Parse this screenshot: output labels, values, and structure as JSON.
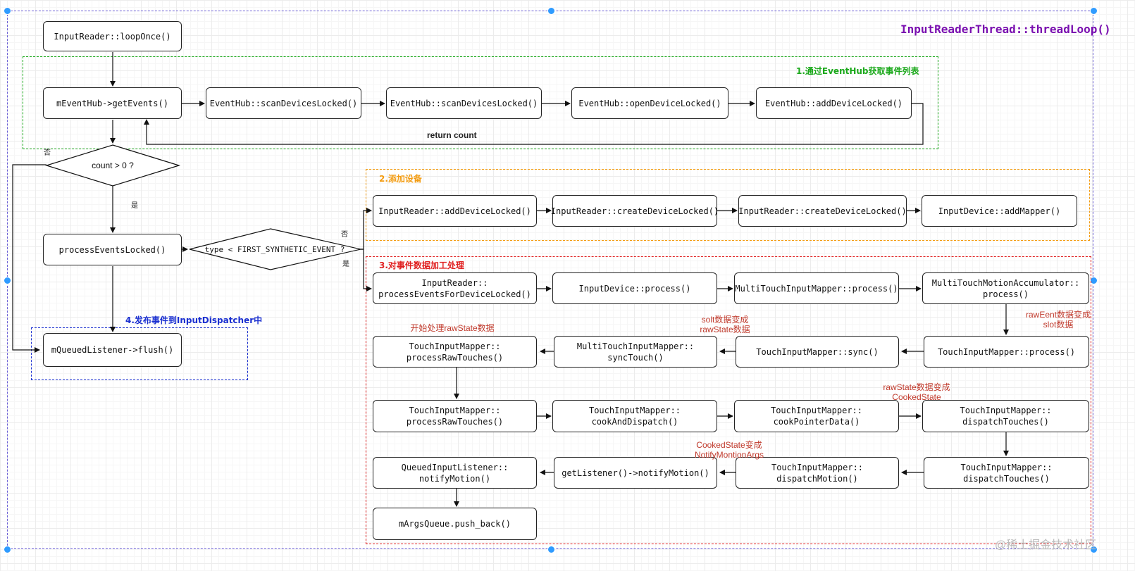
{
  "title": {
    "text": "InputReaderThread::threadLoop()",
    "color": "#7a0fb0"
  },
  "groups": {
    "g1": {
      "label": "1.通过EventHub获取事件列表",
      "color": "#1aa81a"
    },
    "g2": {
      "label": "2.添加设备",
      "color": "#f39c12"
    },
    "g3": {
      "label": "3.对事件数据加工处理",
      "color": "#e02020"
    },
    "g4": {
      "label": "4.发布事件到InputDispatcher中",
      "color": "#1a2fd0"
    }
  },
  "nodes": {
    "loop_once": "InputReader::loopOnce()",
    "get_events": "mEventHub->getEvents()",
    "scan1": "EventHub::scanDevicesLocked()",
    "scan2": "EventHub::scanDevicesLocked()",
    "open_device": "EventHub::openDeviceLocked()",
    "add_device_hub": "EventHub::addDeviceLocked()",
    "process_events": "processEventsLocked()",
    "flush": "mQueuedListener->flush()",
    "ir_add_device": "InputReader::addDeviceLocked()",
    "ir_create1": "InputReader::createDeviceLocked()",
    "ir_create2": "InputReader::createDeviceLocked()",
    "add_mapper": "InputDevice::addMapper()",
    "process_for_device": "InputReader::\nprocessEventsForDeviceLocked()",
    "device_process": "InputDevice::process()",
    "mt_process": "MultiTouchInputMapper::process()",
    "accum_process": "MultiTouchMotionAccumulator::\nprocess()",
    "tim_process": "TouchInputMapper::process()",
    "tim_sync": "TouchInputMapper::sync()",
    "mt_sync_touch": "MultiTouchInputMapper::\nsyncTouch()",
    "raw_touches1": "TouchInputMapper::\nprocessRawTouches()",
    "raw_touches2": "TouchInputMapper::\nprocessRawTouches()",
    "cook_dispatch": "TouchInputMapper::\ncookAndDispatch()",
    "cook_pointer": "TouchInputMapper::\ncookPointerData()",
    "dispatch_touches1": "TouchInputMapper::\ndispatchTouches()",
    "dispatch_touches2": "TouchInputMapper::\ndispatchTouches()",
    "dispatch_motion": "TouchInputMapper::\ndispatchMotion()",
    "notify_motion_get": "getListener()->notifyMotion()",
    "queued_notify": "QueuedInputListener::\nnotifyMotion()",
    "push_back": "mArgsQueue.push_back()"
  },
  "diamonds": {
    "count_check": "count > 0 ?",
    "type_check": "type < FIRST_SYNTHETIC_EVENT ?"
  },
  "edge_labels": {
    "return_count": "return count",
    "no_count": "否",
    "yes_count": "是",
    "no_type": "否",
    "yes_type": "是"
  },
  "notes": {
    "raw_event_slot": "rawEent数据变成\nslot数据",
    "slot_raw_state": "solt数据变成\nrawState数据",
    "start_raw_state": "开始处理rawState数据",
    "raw_state_cooked": "rawState数据变成\nCookedState",
    "cooked_notify": "CookedState变成\nNotifyMontionArgs"
  },
  "watermark": "@稀土掘金技术社区"
}
